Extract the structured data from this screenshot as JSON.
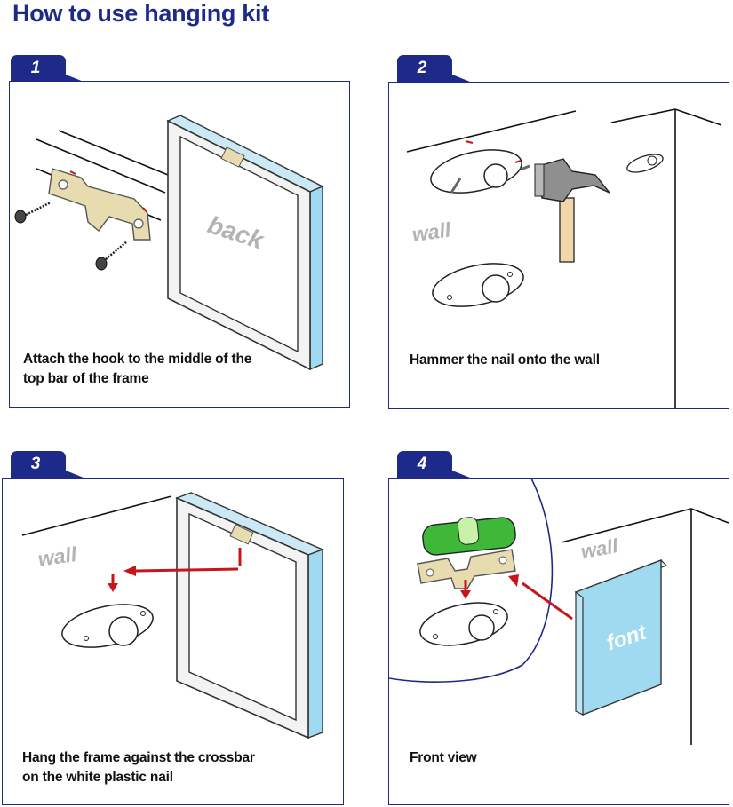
{
  "title": "How to use hanging kit",
  "steps": [
    {
      "number": "1",
      "caption_line1": "Attach the hook to the middle of the",
      "caption_line2": "top bar of the frame",
      "label": "back"
    },
    {
      "number": "2",
      "caption_line1": "Hammer the nail onto the wall",
      "caption_line2": "",
      "label": "wall"
    },
    {
      "number": "3",
      "caption_line1": "Hang the frame against the crossbar",
      "caption_line2": "on the white plastic nail",
      "label": "wall"
    },
    {
      "number": "4",
      "caption_line1": "Front view",
      "caption_line2": "",
      "label": "wall",
      "label2": "font"
    }
  ],
  "colors": {
    "accent": "#1d2a8a",
    "frame_blue": "#9fdaf0",
    "arrow_red": "#c8151b",
    "brass": "#e6dcb0",
    "level_green": "#3fb83a"
  }
}
